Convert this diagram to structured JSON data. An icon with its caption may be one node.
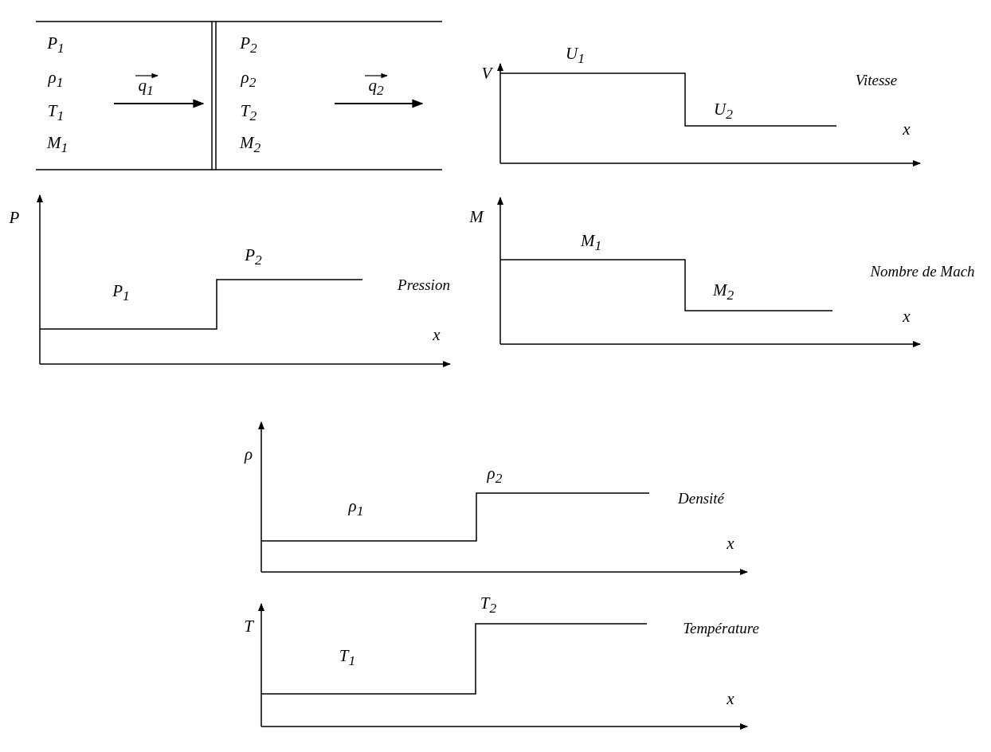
{
  "diagram": {
    "labels": [
      "P$_{1}$",
      "ρ$_{1}$",
      "T$_{1}$",
      "M$_{1}$",
      "q$_{1}$",
      "P$_{2}$",
      "ρ$_{2}$",
      "T$_{2}$",
      "M$_{2}$",
      "q$_{2}$",
      "V",
      "U$_{1}$",
      "Vitesse",
      "U$_{2}$",
      "x",
      "P",
      "P$_{2}$",
      "P$_{1}$",
      "Pression",
      "x",
      "M",
      "M$_{1}$",
      "Nombre de Mach",
      "M$_{2}$",
      "x",
      "ρ",
      "ρ$_{2}$",
      "Densité",
      "ρ$_{1}$",
      "x",
      "T",
      "T$_{2}$",
      "T$_{1}$",
      "Température",
      "x"
    ]
  }
}
